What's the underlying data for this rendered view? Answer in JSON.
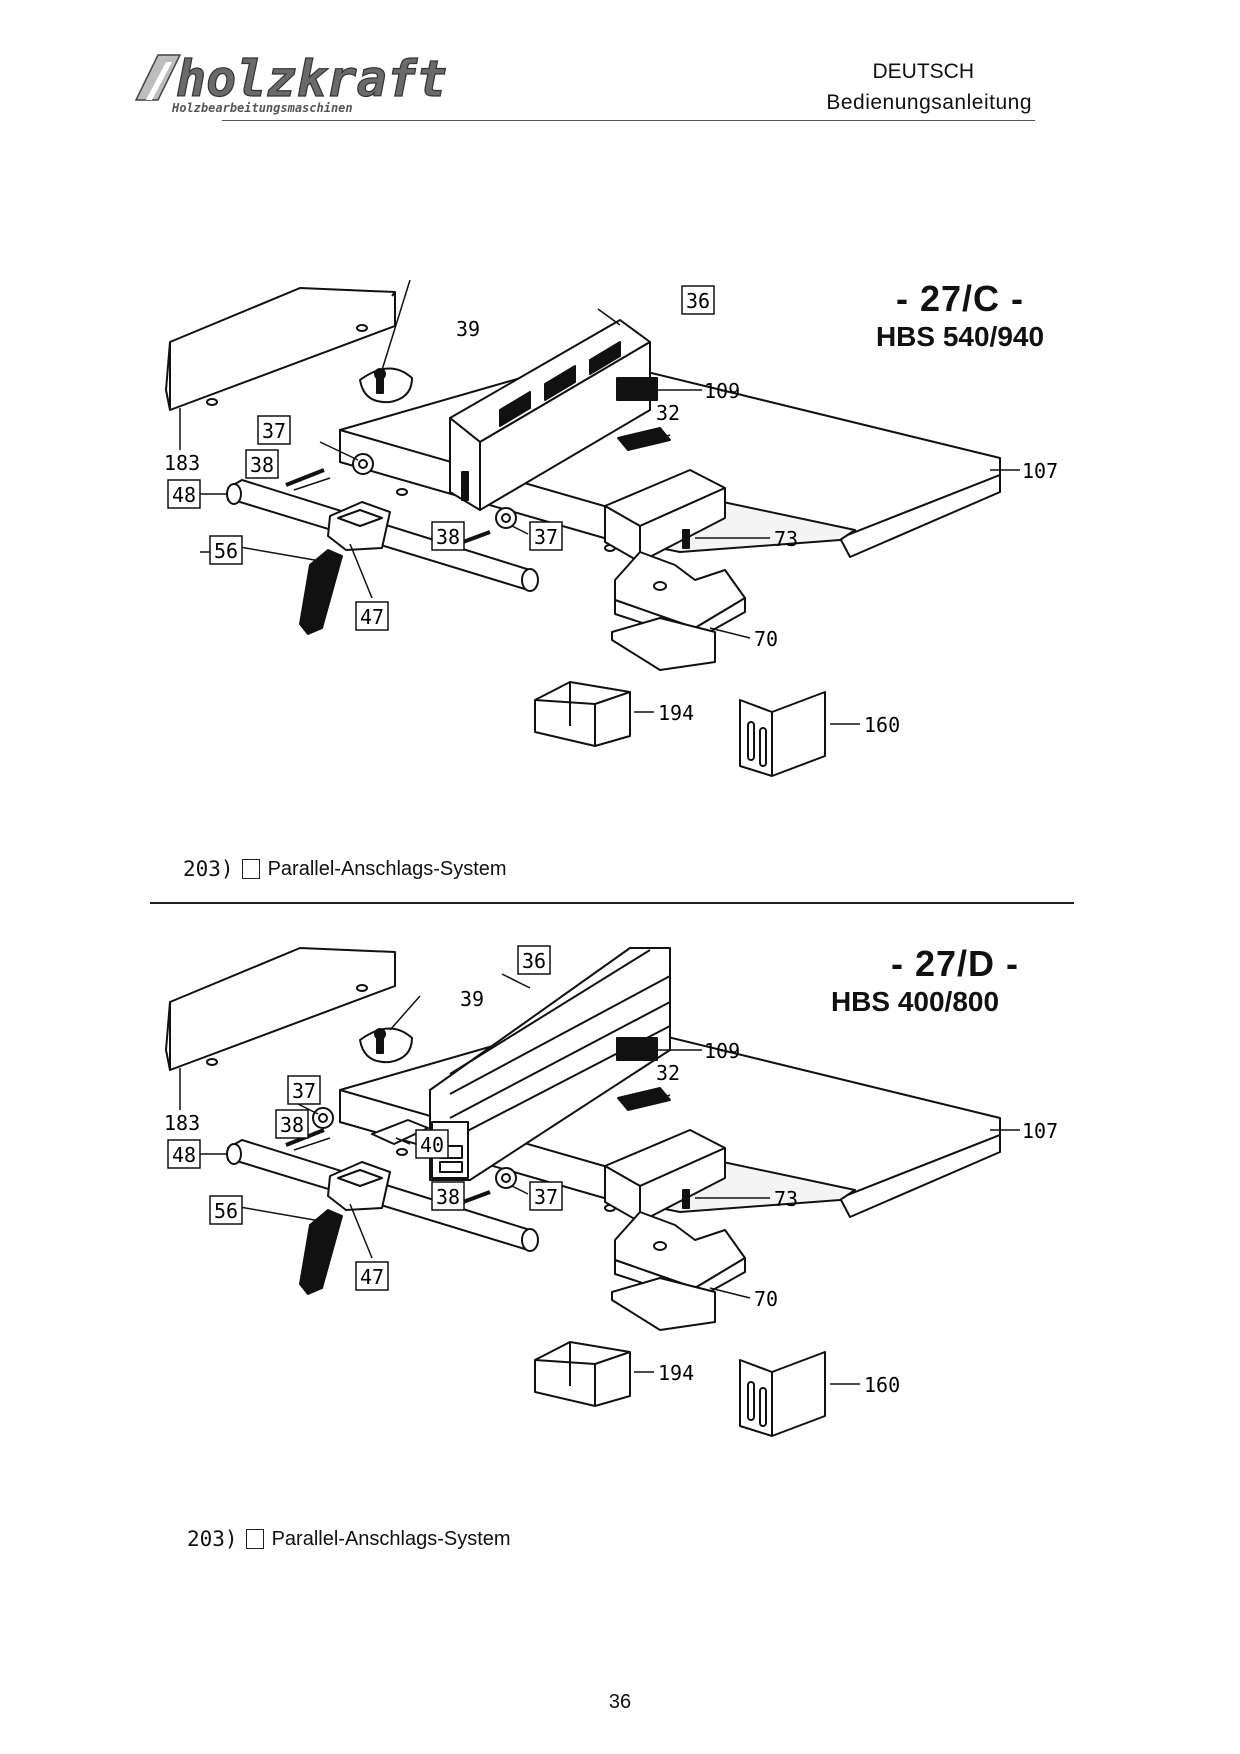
{
  "header": {
    "brand": "holzkraft",
    "brand_tagline": "Holzbearbeitungsmaschinen",
    "language": "DEUTSCH",
    "document": "Bedienungsanleitung"
  },
  "figures": [
    {
      "code": "- 27/C -",
      "model": "HBS 540/940",
      "caption_number": "203)",
      "caption_text": "Parallel-Anschlags-System",
      "part_labels": {
        "p36": "36",
        "p39": "39",
        "p109": "109",
        "p32": "32",
        "p107": "107",
        "p37a": "37",
        "p183": "183",
        "p38a": "38",
        "p48": "48",
        "p38b": "38",
        "p37b": "37",
        "p56": "56",
        "p73": "73",
        "p47": "47",
        "p70": "70",
        "p194": "194",
        "p160": "160"
      }
    },
    {
      "code": "- 27/D -",
      "model": "HBS 400/800",
      "caption_number": "203)",
      "caption_text": "Parallel-Anschlags-System",
      "part_labels": {
        "p36": "36",
        "p39": "39",
        "p109": "109",
        "p32": "32",
        "p107": "107",
        "p37a": "37",
        "p183": "183",
        "p38a": "38",
        "p40": "40",
        "p48": "48",
        "p38b": "38",
        "p37b": "37",
        "p56": "56",
        "p73": "73",
        "p47": "47",
        "p70": "70",
        "p194": "194",
        "p160": "160"
      }
    }
  ],
  "page_number": "36"
}
